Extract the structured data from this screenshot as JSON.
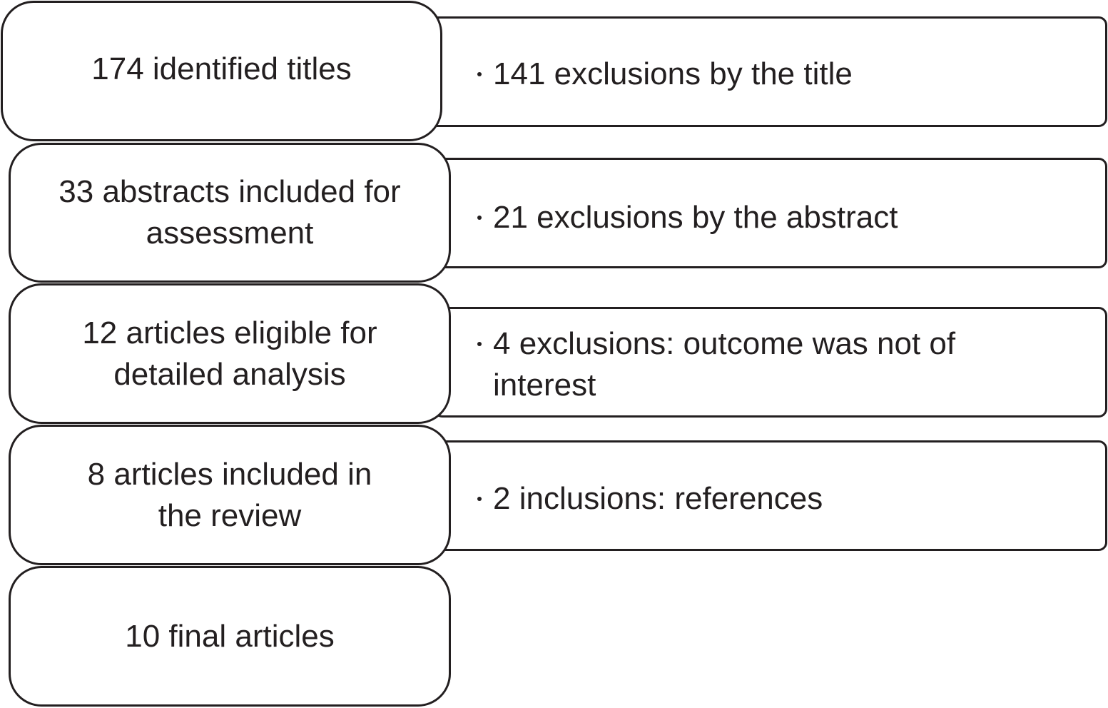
{
  "main_steps": [
    {
      "label": "174 identified titles"
    },
    {
      "label": "33 abstracts included for\nassessment"
    },
    {
      "label": "12 articles eligible for\ndetailed analysis"
    },
    {
      "label": "8 articles included in\nthe review"
    },
    {
      "label": "10 final articles"
    }
  ],
  "side_notes": [
    {
      "label": "141 exclusions by the title"
    },
    {
      "label": "21 exclusions by the abstract"
    },
    {
      "label": "4 exclusions: outcome was not of\n   interest"
    },
    {
      "label": "2 inclusions: references"
    }
  ]
}
